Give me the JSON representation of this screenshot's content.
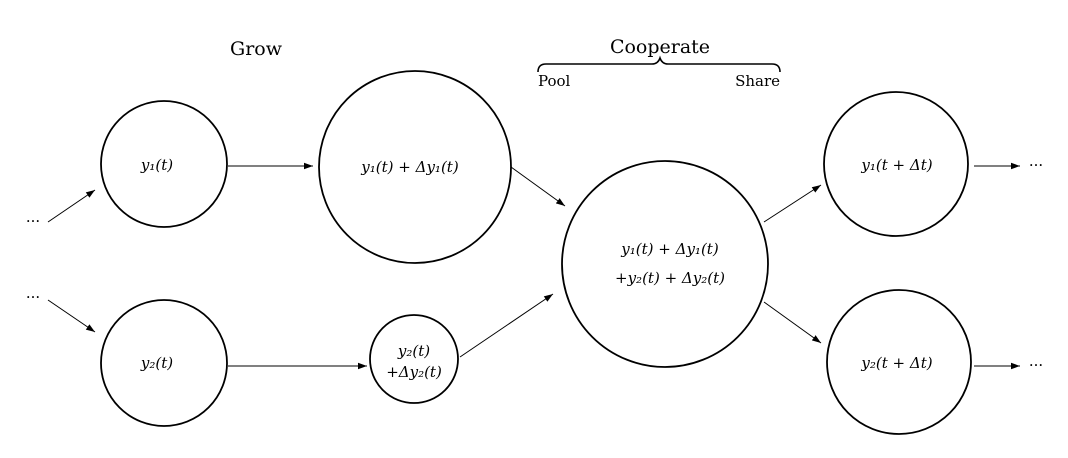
{
  "headers": {
    "grow": "Grow",
    "cooperate": "Cooperate",
    "pool": "Pool",
    "share": "Share"
  },
  "ellipsis": "···",
  "nodes": {
    "y1_t": [
      "y₁(t)"
    ],
    "y1_grown": [
      "y₁(t) + Δy₁(t)"
    ],
    "pooled": [
      "y₁(t) + Δy₁(t)",
      "+y₂(t) + Δy₂(t)"
    ],
    "y1_next": [
      "y₁(t + Δt)"
    ],
    "y2_t": [
      "y₂(t)"
    ],
    "y2_grown": [
      "y₂(t)",
      "+Δy₂(t)"
    ],
    "y2_next": [
      "y₂(t + Δt)"
    ]
  }
}
